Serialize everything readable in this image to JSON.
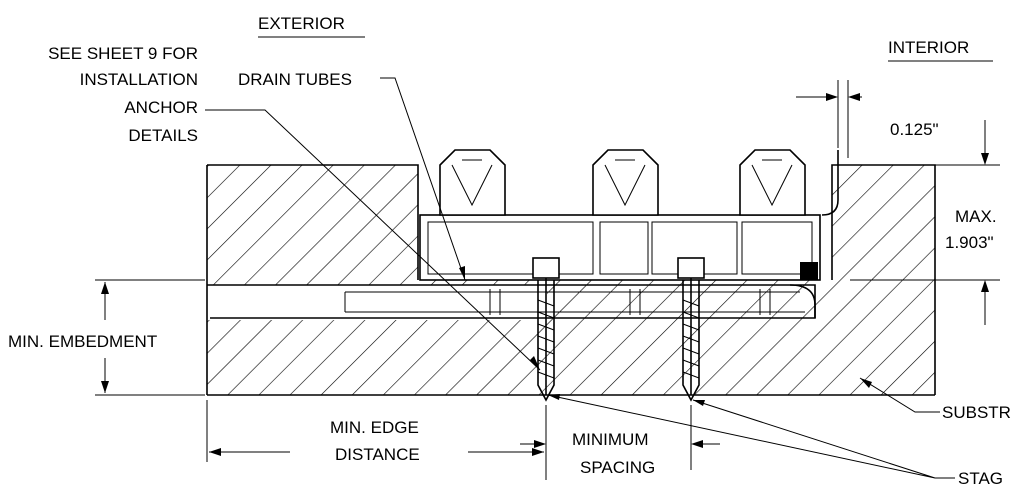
{
  "labels": {
    "exterior": "EXTERIOR",
    "interior": "INTERIOR",
    "see_sheet_1": "SEE SHEET 9 FOR",
    "see_sheet_2": "INSTALLATION",
    "see_sheet_3": "ANCHOR",
    "see_sheet_4": "DETAILS",
    "drain_tubes": "DRAIN TUBES",
    "gap": "0.125\"",
    "max_1": "MAX.",
    "max_2": "1.903\"",
    "min_embedment": "MIN. EMBEDMENT",
    "edge_1": "MIN. EDGE",
    "edge_2": "DISTANCE",
    "spacing_1": "MINIMUM",
    "spacing_2": "SPACING",
    "substrate": "SUBSTR",
    "stag": "STAG"
  }
}
